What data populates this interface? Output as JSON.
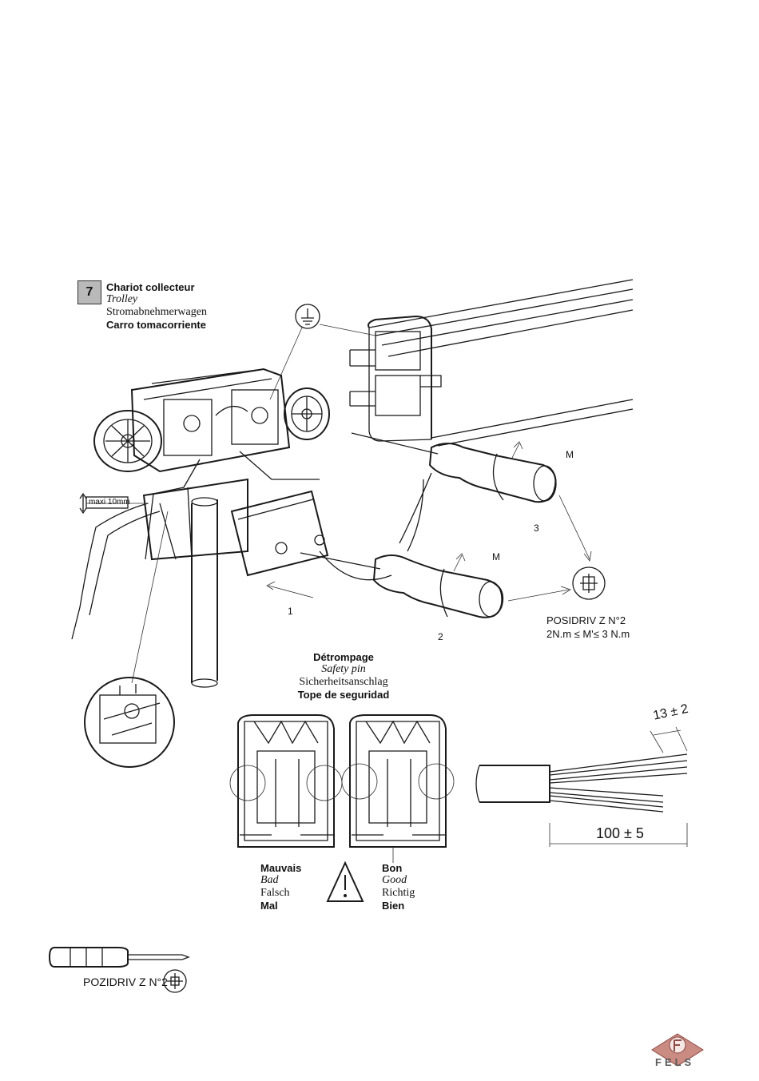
{
  "step": {
    "number": "7",
    "title_fr": "Chariot collecteur",
    "title_en": "Trolley",
    "title_de": "Stromabnehmerwagen",
    "title_es": "Carro tomacorriente"
  },
  "callouts": {
    "maxi": "maxi 10mm",
    "m1": "M",
    "m2": "M",
    "n1": "1",
    "n2": "2",
    "n3": "3",
    "posidriv_line1": "POSIDRIV Z N°2",
    "posidriv_line2": "2N.m ≤ M'≤ 3 N.m"
  },
  "safety_pin": {
    "fr": "Détrompage",
    "en": "Safety pin",
    "de": "Sicherheitsanschlag",
    "es": "Tope de seguridad"
  },
  "bad": {
    "fr": "Mauvais",
    "en": "Bad",
    "de": "Falsch",
    "es": "Mal"
  },
  "good": {
    "fr": "Bon",
    "en": "Good",
    "de": "Richtig",
    "es": "Bien"
  },
  "cable_dims": {
    "strip": "13 ± 2",
    "length": "100 ± 5"
  },
  "tool": {
    "label": "POZIDRIV Z N°2"
  },
  "logo": {
    "text": "FELS"
  }
}
